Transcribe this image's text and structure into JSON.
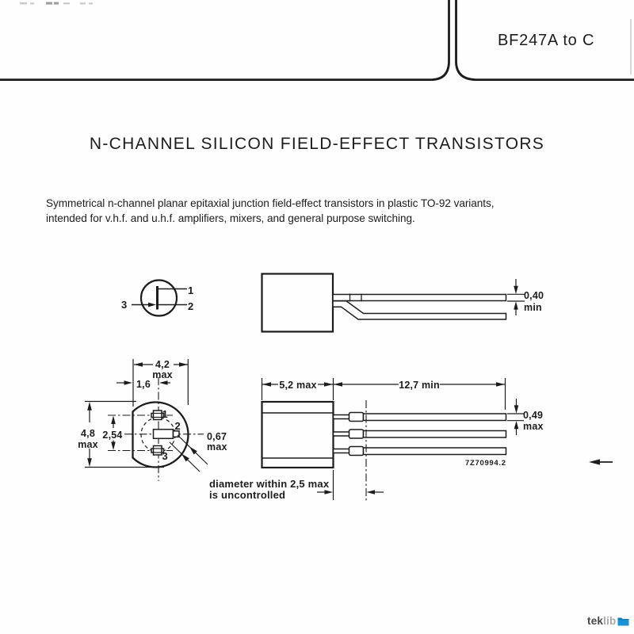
{
  "header": {
    "code": "BF247A to C"
  },
  "title": "N-CHANNEL SILICON FIELD-EFFECT TRANSISTORS",
  "description": {
    "line1": "Symmetrical n-channel planar epitaxial junction field-effect transistors in plastic TO-92 variants,",
    "line2": "intended for v.h.f. and u.h.f. amplifiers, mixers, and general purpose switching."
  },
  "symbol": {
    "pin1": "1",
    "pin2": "2",
    "pin3": "3"
  },
  "top_view": {
    "lead_thickness": "0,40",
    "lead_thickness_qual": "min"
  },
  "bottom_view": {
    "body_width": "4,2",
    "body_width_qual": "max",
    "flat_to_center": "1,6",
    "body_height": "4,8",
    "body_height_qual": "max",
    "pin_pitch": "2,54",
    "lead_width": "0,67",
    "lead_width_qual": "max",
    "pin1": "1",
    "pin2": "2",
    "pin3": "3",
    "note_line1": "diameter within 2,5 max",
    "note_line2": "is uncontrolled"
  },
  "front_view": {
    "body_length": "5,2 max",
    "lead_length": "12,7 min",
    "lead_thickness": "0,49",
    "lead_thickness_qual": "max",
    "drawing_code": "7Z70994.2"
  },
  "footer": {
    "brand_bold": "tek",
    "brand_light": "lib"
  },
  "colors": {
    "ink": "#1c1c1c",
    "brand_blue": "#1793d6",
    "brand_gray_dark": "#454545",
    "brand_gray_light": "#a8a8a8"
  }
}
